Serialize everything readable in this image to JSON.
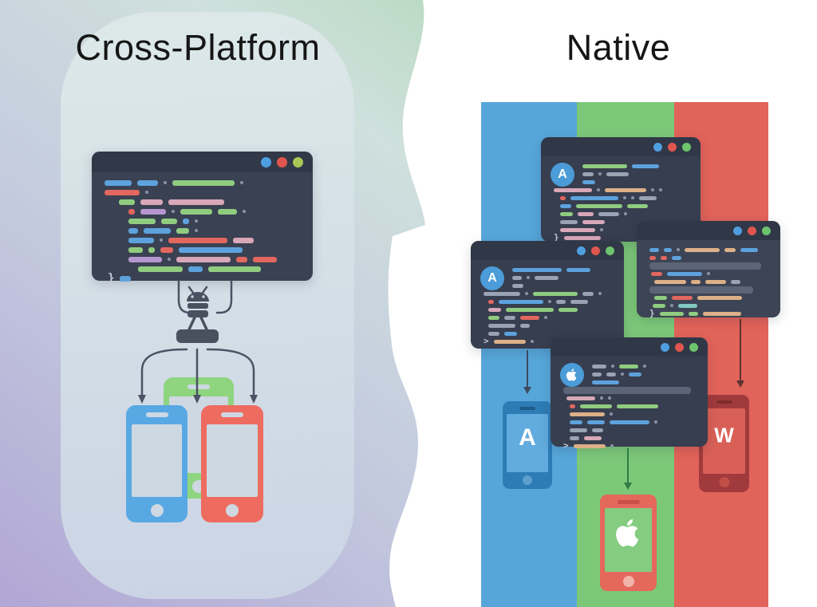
{
  "left_panel": {
    "title": "Cross-Platform"
  },
  "right_panel": {
    "title": "Native"
  },
  "colors": {
    "band_blue": "#57a6da",
    "band_green": "#7cc879",
    "band_red": "#e2635a",
    "window_bg": "#373e4f",
    "window_titlebar": "#303746",
    "dot_blue": "#4f9fe0",
    "dot_red": "#e0564e",
    "dot_green": "#6dc46d",
    "dot_yellow_green": "#a9c855",
    "badge_blue": "#4b9cd8",
    "robot_gray": "#49505f",
    "gradient_green": "#98d19a",
    "gradient_purple": "#b1a6d5",
    "phone_left_green": "#8fd47f",
    "phone_left_blue": "#58a8e4",
    "phone_left_red": "#ee6b5f",
    "phone_right_blue": "#2d7cb6",
    "phone_right_darkred": "#a13a3c",
    "phone_right_salmon": "#e5685c",
    "arrow_dark": "#49505f",
    "arrow_green": "#2e7d46",
    "arrow_darkred": "#5c3333"
  },
  "palette": {
    "blue": "#5da2dd",
    "green": "#90cc80",
    "red": "#e2675e",
    "pink": "#d8a8b8",
    "tan": "#ddb088",
    "gray": "#9aa3b4",
    "lightgray": "#aab2c0",
    "purple": "#b795cf",
    "teal": "#80c9c2",
    "white": "#c7ccd6"
  },
  "windows": [
    {
      "id": "main",
      "badge": "",
      "rows": [
        {
          "ind": 0,
          "segs": [
            [
              "blue",
              34
            ],
            [
              "blue",
              26
            ],
            [
              "dot"
            ],
            [
              "green",
              78
            ],
            [
              "dot"
            ]
          ]
        },
        {
          "ind": 0,
          "segs": [
            [
              "red",
              44
            ],
            [
              "dot"
            ]
          ]
        },
        {
          "ind": 18,
          "segs": [
            [
              "green",
              20
            ],
            [
              "pink",
              28
            ],
            [
              "pink",
              70
            ]
          ]
        },
        {
          "ind": 30,
          "segs": [
            [
              "red",
              8
            ],
            [
              "purple",
              32
            ],
            [
              "dot"
            ],
            [
              "green",
              40
            ],
            [
              "green",
              24
            ],
            [
              "dot"
            ]
          ]
        },
        {
          "ind": 30,
          "segs": [
            [
              "green",
              34
            ],
            [
              "green",
              20
            ],
            [
              "blue",
              8
            ],
            [
              "dot"
            ]
          ]
        },
        {
          "ind": 30,
          "segs": [
            [
              "blue",
              12
            ],
            [
              "blue",
              34
            ],
            [
              "green",
              16
            ],
            [
              "dot"
            ]
          ]
        },
        {
          "ind": 30,
          "segs": [
            [
              "blue",
              32
            ],
            [
              "dot"
            ],
            [
              "red",
              74
            ],
            [
              "pink",
              26
            ]
          ]
        },
        {
          "ind": 30,
          "segs": [
            [
              "green",
              18
            ],
            [
              "green",
              8
            ],
            [
              "red",
              16
            ],
            [
              "blue",
              80
            ]
          ]
        },
        {
          "ind": 30,
          "segs": [
            [
              "purple",
              42
            ],
            [
              "dot"
            ],
            [
              "pink",
              68
            ],
            [
              "red",
              14
            ],
            [
              "red",
              30
            ]
          ]
        },
        {
          "ind": 42,
          "segs": [
            [
              "green",
              56
            ],
            [
              "blue",
              18
            ],
            [
              "green",
              66
            ]
          ]
        },
        {
          "ind": 4,
          "brace": "}",
          "segs": [
            [
              "blue",
              14
            ]
          ]
        }
      ]
    },
    {
      "id": "w1",
      "badge": "A",
      "rows": [
        {
          "ind": 36,
          "segs": [
            [
              "green",
              56
            ],
            [
              "blue",
              34
            ]
          ]
        },
        {
          "ind": 36,
          "segs": [
            [
              "gray",
              14
            ],
            [
              "dot"
            ],
            [
              "gray",
              28
            ]
          ]
        },
        {
          "ind": 36,
          "segs": [
            [
              "blue",
              16
            ]
          ]
        },
        {
          "ind": 0,
          "segs": [
            [
              "pink",
              48
            ],
            [
              "dot"
            ],
            [
              "tan",
              52
            ],
            [
              "dot"
            ],
            [
              "dot"
            ]
          ]
        },
        {
          "ind": 8,
          "segs": [
            [
              "red",
              7
            ],
            [
              "blue",
              60
            ],
            [
              "dot"
            ],
            [
              "dot"
            ],
            [
              "gray",
              22
            ]
          ]
        },
        {
          "ind": 8,
          "segs": [
            [
              "blue",
              14
            ],
            [
              "green",
              58
            ],
            [
              "green",
              26
            ]
          ]
        },
        {
          "ind": 8,
          "segs": [
            [
              "green",
              16
            ],
            [
              "pink",
              20
            ],
            [
              "gray",
              26
            ],
            [
              "dot"
            ]
          ]
        },
        {
          "ind": 8,
          "segs": [
            [
              "gray",
              22
            ],
            [
              "pink",
              28
            ]
          ]
        },
        {
          "ind": 8,
          "segs": [
            [
              "pink",
              44
            ],
            [
              "dot"
            ]
          ]
        },
        {
          "ind": 0,
          "brace": "}",
          "segs": [
            [
              "pink",
              46
            ]
          ]
        }
      ]
    },
    {
      "id": "w2",
      "badge": "A",
      "rows": [
        {
          "ind": 36,
          "segs": [
            [
              "blue",
              62
            ],
            [
              "blue",
              30
            ]
          ]
        },
        {
          "ind": 36,
          "segs": [
            [
              "gray",
              12
            ],
            [
              "dot"
            ],
            [
              "gray",
              30
            ]
          ]
        },
        {
          "ind": 36,
          "segs": [
            [
              "gray",
              14
            ]
          ]
        },
        {
          "ind": 0,
          "segs": [
            [
              "gray",
              46
            ],
            [
              "dot"
            ],
            [
              "green",
              56
            ],
            [
              "gray",
              14
            ],
            [
              "dot"
            ]
          ]
        },
        {
          "ind": 6,
          "segs": [
            [
              "red",
              7
            ],
            [
              "blue",
              56
            ],
            [
              "dot"
            ],
            [
              "gray",
              12
            ],
            [
              "gray",
              22
            ]
          ]
        },
        {
          "ind": 6,
          "segs": [
            [
              "pink",
              16
            ],
            [
              "green",
              60
            ],
            [
              "green",
              24
            ]
          ]
        },
        {
          "ind": 6,
          "segs": [
            [
              "green",
              14
            ],
            [
              "gray",
              14
            ],
            [
              "red",
              24
            ],
            [
              "dot"
            ]
          ]
        },
        {
          "ind": 6,
          "segs": [
            [
              "gray",
              34
            ],
            [
              "gray",
              12
            ]
          ]
        },
        {
          "ind": 6,
          "segs": [
            [
              "gray",
              14
            ],
            [
              "blue",
              16
            ]
          ]
        },
        {
          "ind": 0,
          "brace": ">",
          "segs": [
            [
              "tan",
              40
            ],
            [
              "dot"
            ]
          ]
        }
      ]
    },
    {
      "id": "w3",
      "badge": "",
      "rows": [
        {
          "ind": 0,
          "segs": [
            [
              "blue",
              12
            ],
            [
              "blue",
              10
            ],
            [
              "dot"
            ],
            [
              "tan",
              44
            ],
            [
              "tan",
              14
            ],
            [
              "blue",
              22
            ]
          ]
        },
        {
          "ind": 0,
          "segs": [
            [
              "red",
              8
            ],
            [
              "red",
              8
            ],
            [
              "blue",
              12
            ]
          ]
        },
        {
          "bar": 140
        },
        {
          "ind": 2,
          "segs": [
            [
              "red",
              14
            ],
            [
              "blue",
              44
            ],
            [
              "dot"
            ]
          ]
        },
        {
          "ind": 6,
          "segs": [
            [
              "tan",
              40
            ],
            [
              "tan",
              12
            ],
            [
              "tan",
              26
            ],
            [
              "gray",
              12
            ]
          ]
        },
        {
          "bar": 130
        },
        {
          "ind": 6,
          "segs": [
            [
              "green",
              16
            ],
            [
              "red",
              26
            ],
            [
              "tan",
              56
            ]
          ]
        },
        {
          "ind": 4,
          "segs": [
            [
              "green",
              16
            ],
            [
              "dot"
            ],
            [
              "teal",
              24
            ]
          ]
        },
        {
          "ind": 0,
          "brace": "}",
          "segs": [
            [
              "green",
              30
            ],
            [
              "green",
              12
            ],
            [
              "tan",
              48
            ]
          ]
        }
      ]
    },
    {
      "id": "w4",
      "badge": "apple",
      "rows": [
        {
          "ind": 36,
          "segs": [
            [
              "gray",
              18
            ],
            [
              "dot"
            ],
            [
              "green",
              24
            ],
            [
              "dot"
            ]
          ]
        },
        {
          "ind": 36,
          "segs": [
            [
              "gray",
              12
            ],
            [
              "gray",
              12
            ],
            [
              "dot"
            ],
            [
              "blue",
              16
            ]
          ]
        },
        {
          "ind": 36,
          "segs": [
            [
              "blue",
              34
            ]
          ]
        },
        {
          "bar": 160
        },
        {
          "ind": 4,
          "segs": [
            [
              "pink",
              36
            ],
            [
              "dot"
            ],
            [
              "dot"
            ]
          ]
        },
        {
          "ind": 8,
          "segs": [
            [
              "red",
              7
            ],
            [
              "green",
              40
            ],
            [
              "green",
              52
            ]
          ]
        },
        {
          "ind": 8,
          "segs": [
            [
              "tan",
              44
            ],
            [
              "dot"
            ]
          ]
        },
        {
          "ind": 8,
          "segs": [
            [
              "blue",
              16
            ],
            [
              "blue",
              22
            ],
            [
              "blue",
              50
            ],
            [
              "dot"
            ]
          ]
        },
        {
          "ind": 8,
          "segs": [
            [
              "gray",
              22
            ],
            [
              "gray",
              14
            ]
          ]
        },
        {
          "ind": 8,
          "segs": [
            [
              "gray",
              12
            ],
            [
              "pink",
              22
            ]
          ]
        },
        {
          "ind": 0,
          "brace": ">",
          "segs": [
            [
              "tan",
              40
            ],
            [
              "dot"
            ]
          ]
        }
      ]
    }
  ],
  "phones": {
    "left": [
      {
        "color": "green"
      },
      {
        "color": "blue"
      },
      {
        "color": "red"
      }
    ],
    "right": [
      {
        "logo": "A",
        "platform": "android"
      },
      {
        "logo": "W",
        "platform": "windows"
      },
      {
        "logo": "apple",
        "platform": "ios"
      }
    ]
  },
  "icons": {
    "android_robot": "android-robot-icon",
    "apple_logo": "apple-logo-icon",
    "traffic_lights": [
      "blue",
      "red",
      "green"
    ]
  }
}
